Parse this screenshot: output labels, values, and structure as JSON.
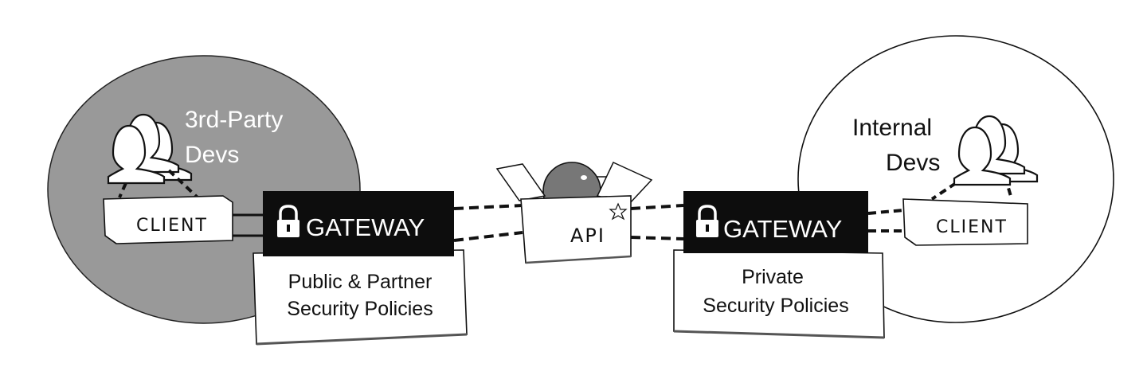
{
  "left_zone": {
    "title_line1": "3rd-Party",
    "title_line2": "Devs",
    "client_label": "CLIENT",
    "gateway_label": "GATEWAY",
    "policy_line1": "Public & Partner",
    "policy_line2": "Security Policies"
  },
  "center": {
    "api_label": "API"
  },
  "right_zone": {
    "title_line1": "Internal",
    "title_line2": "Devs",
    "client_label": "CLIENT",
    "gateway_label": "GATEWAY",
    "policy_line1": "Private",
    "policy_line2": "Security Policies"
  },
  "colors": {
    "external_zone": "#999999",
    "gateway_fill": "#0d0d0d",
    "line": "#111111",
    "api_ball": "#777777"
  },
  "icons": [
    "people-group-icon",
    "lock-icon",
    "star-icon"
  ]
}
